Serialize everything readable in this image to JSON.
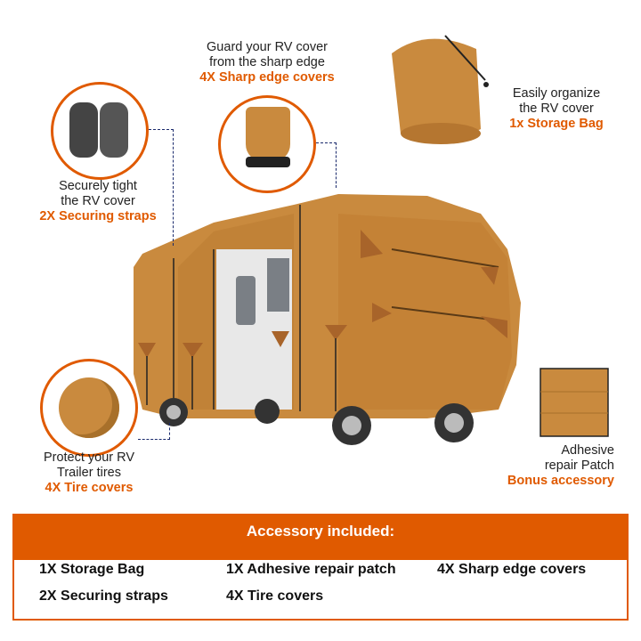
{
  "callouts": {
    "sharp_edge": {
      "line1": "Guard your RV cover",
      "line2": "from the sharp edge",
      "highlight": "4X Sharp edge covers"
    },
    "storage_bag": {
      "line1": "Easily organize",
      "line2": "the RV cover",
      "highlight": "1x Storage Bag"
    },
    "straps": {
      "line1": "Securely tight",
      "line2": "the RV cover",
      "highlight": "2X Securing straps"
    },
    "tire": {
      "line1": "Protect your RV",
      "line2": "Trailer tires",
      "highlight": "4X Tire covers"
    },
    "patch": {
      "line1": "Adhesive",
      "line2": "repair Patch",
      "highlight": "Bonus accessory"
    }
  },
  "accessory_box": {
    "title": "Accessory included:",
    "items": [
      "1X Storage Bag",
      "1X Adhesive repair patch",
      "4X Sharp edge covers",
      "2X Securing straps",
      "4X Tire covers"
    ]
  },
  "colors": {
    "accent": "#e05a00",
    "cover": "#c98a3e",
    "dash": "#1a2a6c"
  }
}
